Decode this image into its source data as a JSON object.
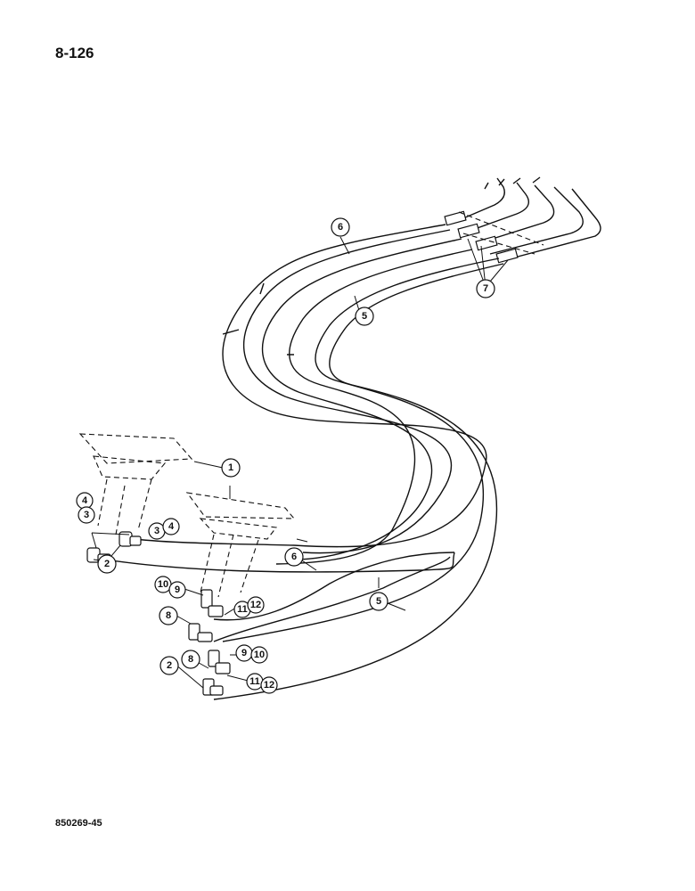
{
  "page": {
    "page_number": "8-126",
    "drawing_number": "850269-45"
  },
  "callouts": {
    "c1": "1",
    "c2": "2",
    "c3": "3",
    "c4": "4",
    "c5": "5",
    "c6": "6",
    "c7": "7",
    "c8": "8",
    "c9": "9",
    "c10": "10",
    "c11": "11",
    "c12": "12"
  },
  "colors": {
    "ink": "#111111",
    "paper": "#ffffff"
  }
}
